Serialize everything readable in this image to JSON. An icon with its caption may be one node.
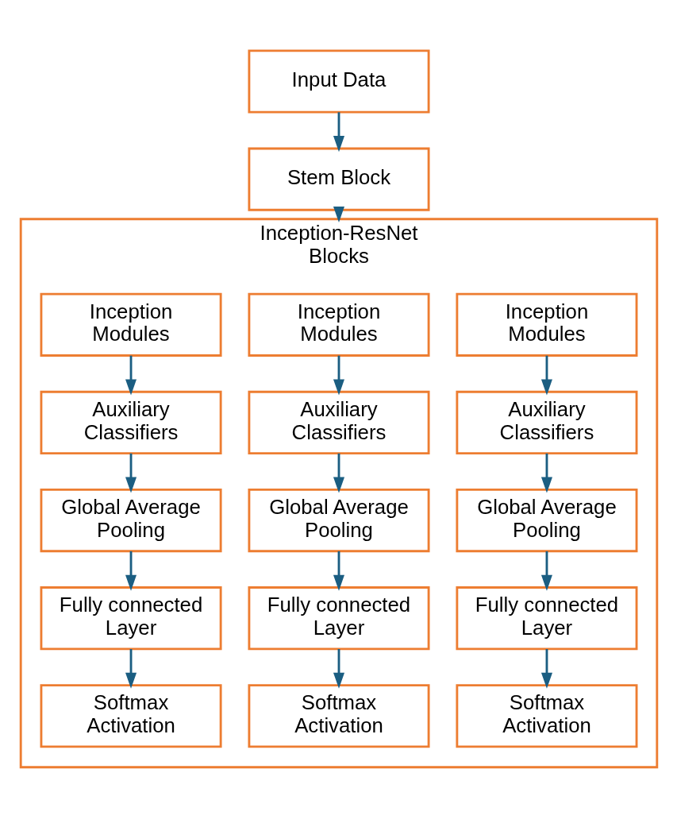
{
  "diagram": {
    "nodes": [
      {
        "text": [
          "Input Data"
        ]
      },
      {
        "text": [
          "Stem Block"
        ]
      },
      {
        "text": [
          "Inception-ResNet Blocks"
        ]
      },
      {
        "text": [
          "Inception Modules"
        ],
        "in": 2
      },
      {
        "text": [
          "Inception Modules"
        ],
        "in": 2
      },
      {
        "text": [
          "Inception Modules"
        ],
        "in": 2
      },
      {
        "text": [
          "Auxiliary Classifiers"
        ],
        "in": 2
      },
      {
        "text": [
          "Auxiliary Classifiers"
        ],
        "in": 2
      },
      {
        "text": [
          "Auxiliary Classifiers"
        ],
        "in": 2
      },
      {
        "text": [
          "Global Average Pooling"
        ],
        "in": 2
      },
      {
        "text": [
          "Global Average Pooling"
        ],
        "in": 2
      },
      {
        "text": [
          "Global Average Pooling"
        ],
        "in": 2
      },
      {
        "text": [
          "Fully connected Layer"
        ],
        "in": 2
      },
      {
        "text": [
          "Fully connected Layer"
        ],
        "in": 2
      },
      {
        "text": [
          "Fully connected Layer"
        ],
        "in": 2
      },
      {
        "text": [
          "Softmax Activation"
        ],
        "in": 2
      },
      {
        "text": [
          "Softmax Activation"
        ],
        "in": 2
      },
      {
        "text": [
          "Softmax Activation"
        ],
        "in": 2
      }
    ],
    "edges": [
      {
        "from": 0,
        "to": 1,
        "arrow": "to"
      },
      {
        "from": 1,
        "to": 2,
        "arrow": "to"
      },
      {
        "from": 3,
        "to": 6,
        "arrow": "to"
      },
      {
        "from": 6,
        "to": 9,
        "arrow": "to"
      },
      {
        "from": 9,
        "to": 12,
        "arrow": "to"
      },
      {
        "from": 12,
        "to": 15,
        "arrow": "to"
      },
      {
        "from": 4,
        "to": 7,
        "arrow": "to"
      },
      {
        "from": 7,
        "to": 10,
        "arrow": "to"
      },
      {
        "from": 10,
        "to": 13,
        "arrow": "to"
      },
      {
        "from": 13,
        "to": 16,
        "arrow": "to"
      },
      {
        "from": 5,
        "to": 8,
        "arrow": "to"
      },
      {
        "from": 8,
        "to": 11,
        "arrow": "to"
      },
      {
        "from": 11,
        "to": 14,
        "arrow": "to"
      },
      {
        "from": 14,
        "to": 17,
        "arrow": "to"
      }
    ]
  }
}
